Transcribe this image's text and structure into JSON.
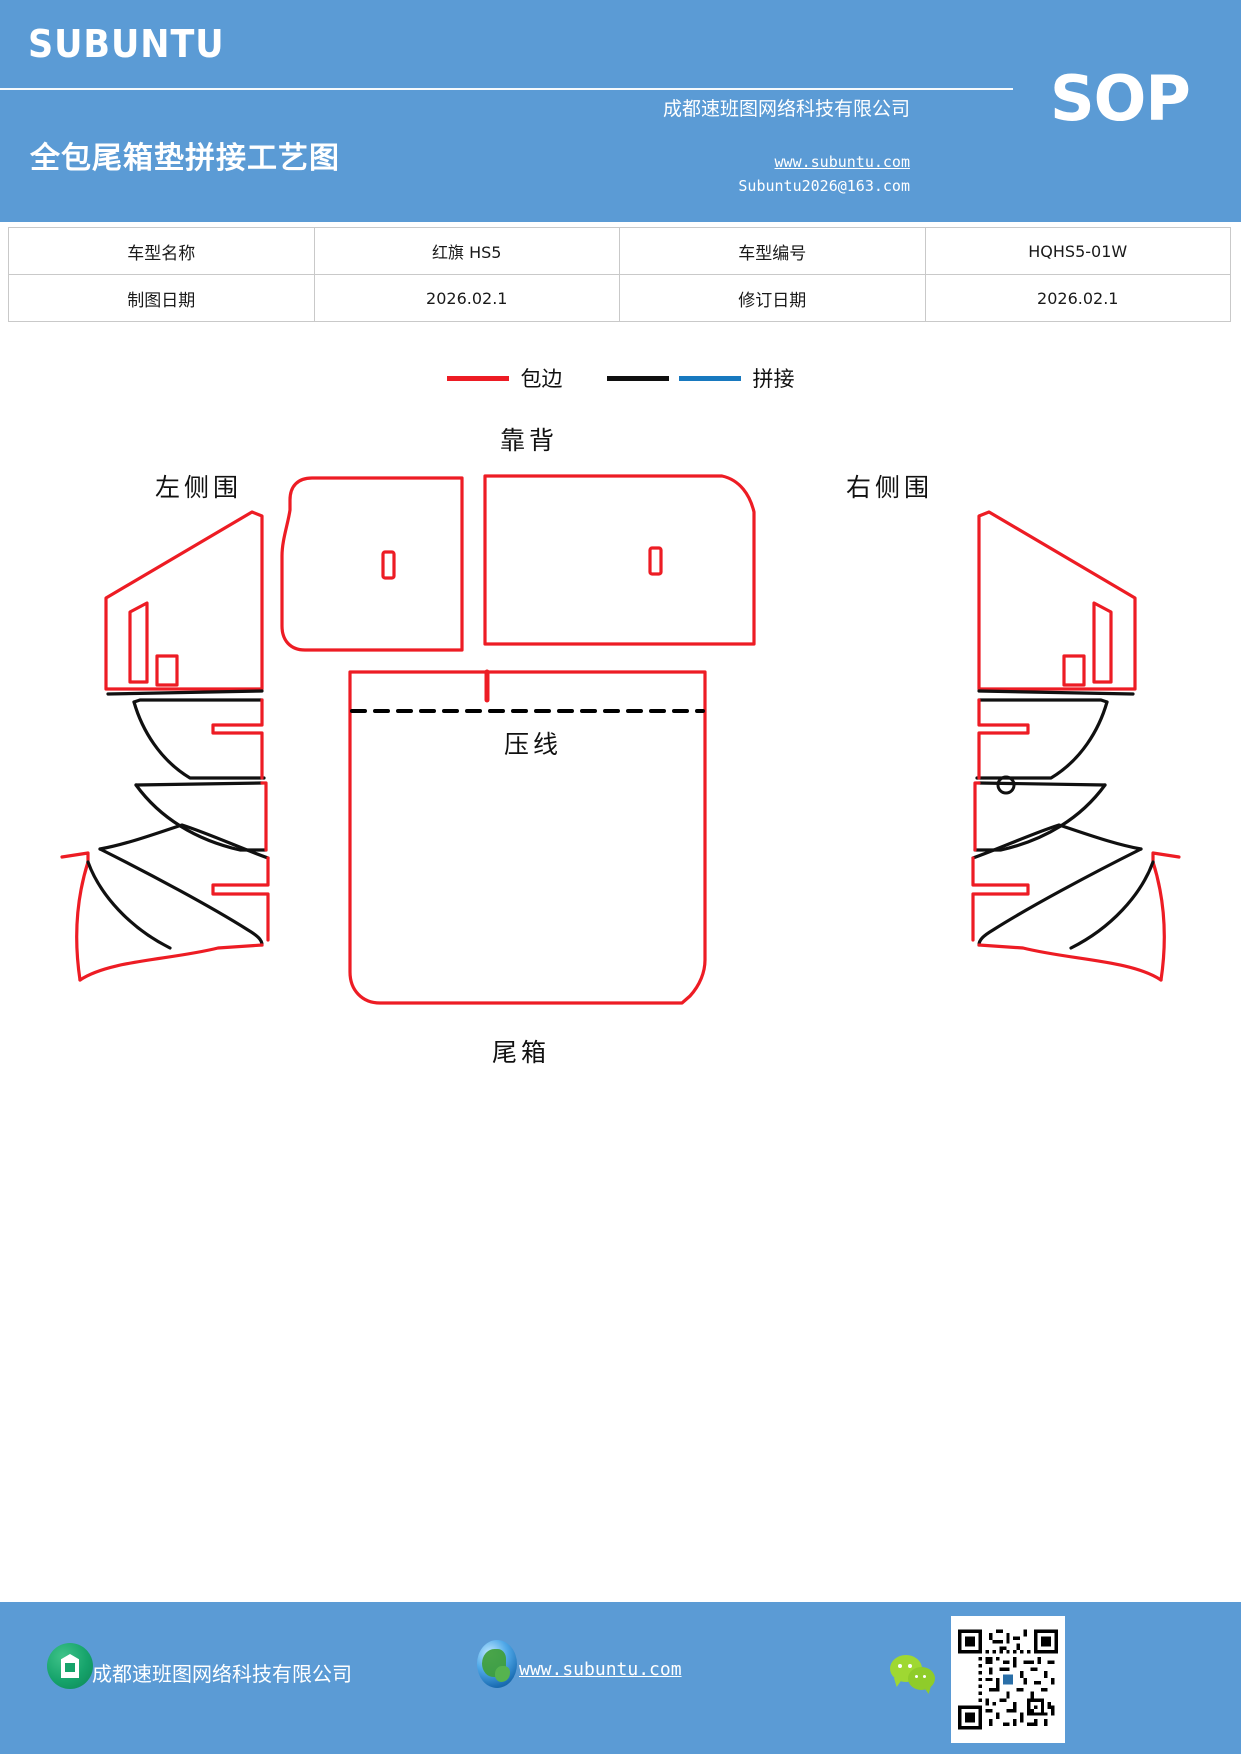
{
  "header": {
    "brand": "SUBUNTU",
    "doc_title": "全包尾箱垫拼接工艺图",
    "company": "成都速班图网络科技有限公司",
    "badge": "SOP",
    "url": "www.subuntu.com",
    "email": "Subuntu2026@163.com",
    "bg_color": "#5B9BD5"
  },
  "info_table": {
    "rows": [
      {
        "label1": "车型名称",
        "value1": "红旗 HS5",
        "label2": "车型编号",
        "value2": "HQHS5-01W"
      },
      {
        "label1": "制图日期",
        "value1": "2026.02.1",
        "label2": "修订日期",
        "value2": "2026.02.1"
      }
    ]
  },
  "legend": {
    "items": [
      {
        "name": "包边",
        "color": "#ED1C24",
        "style": "solid"
      },
      {
        "name": "拼接",
        "color": "#101010",
        "color2": "#1879BF",
        "style": "solid"
      }
    ]
  },
  "diagram": {
    "labels": {
      "left_side": "左侧围",
      "right_side": "右侧围",
      "backrest": "靠背",
      "press_line": "压线",
      "trunk": "尾箱"
    },
    "colors": {
      "binding": "#ED1C24",
      "seam": "#101010",
      "splice": "#1879BF",
      "press_line": "#000000"
    }
  },
  "footer": {
    "company": "成都速班图网络科技有限公司",
    "url": "www.subuntu.com",
    "bg_color": "#5B9BD5",
    "icons": [
      "building-icon",
      "globe-icon",
      "wechat-icon",
      "qr-code"
    ]
  }
}
